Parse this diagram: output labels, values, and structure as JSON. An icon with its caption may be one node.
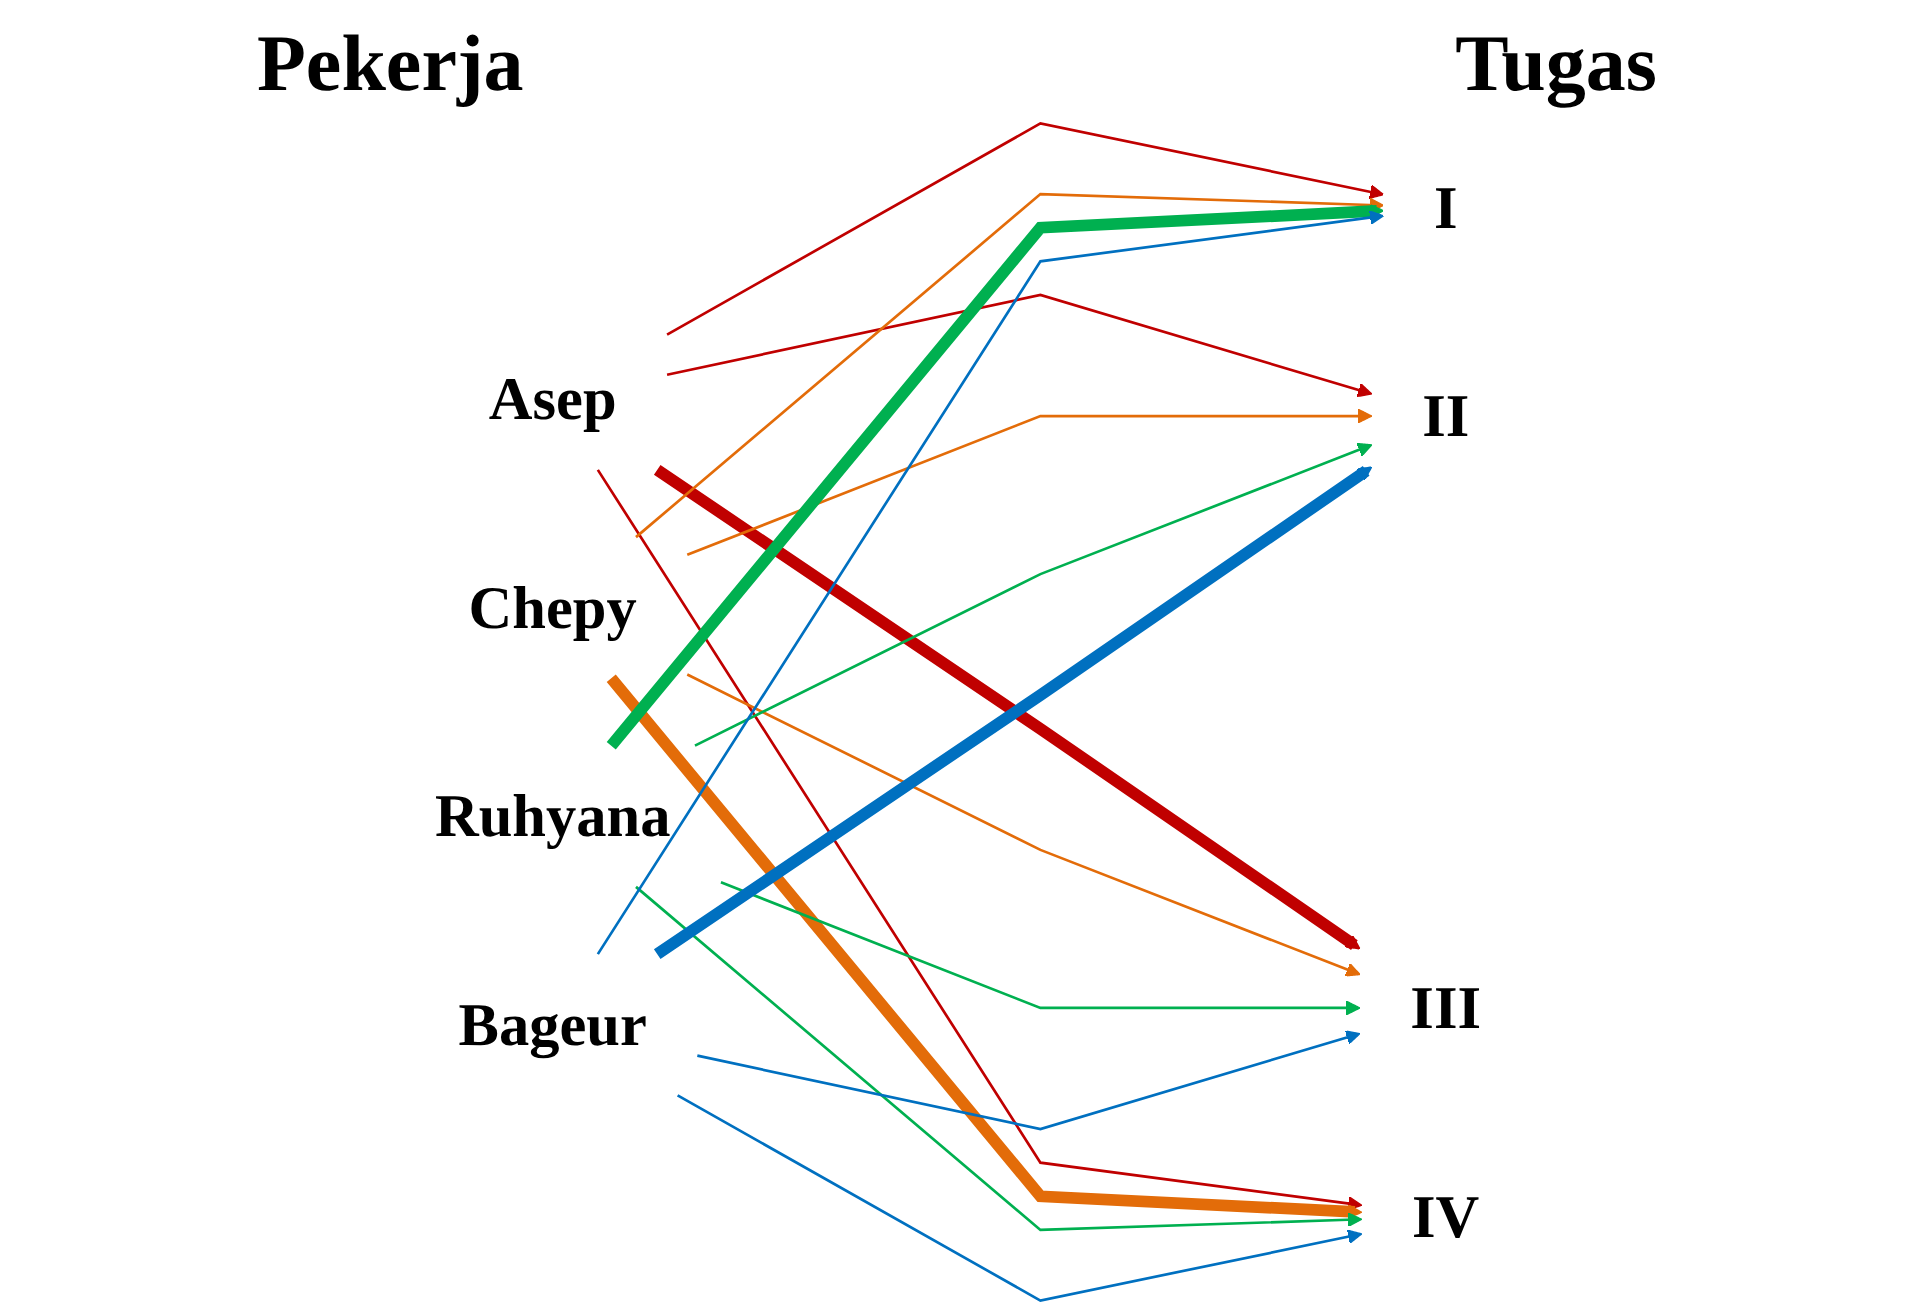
{
  "diagram": {
    "nodes": [
      {
        "text": [
          "Asep"
        ]
      },
      {
        "text": [
          "Chepy"
        ]
      },
      {
        "text": [
          "Ruhyana"
        ]
      },
      {
        "text": [
          "Bageur"
        ]
      },
      {
        "text": [
          "I"
        ]
      },
      {
        "text": [
          "II"
        ]
      },
      {
        "text": [
          "III"
        ]
      },
      {
        "text": [
          "IV"
        ]
      }
    ],
    "edges": [
      {
        "from": 0,
        "to": 4,
        "arrow": "to",
        "color": "#c00000"
      },
      {
        "from": 0,
        "to": 5,
        "arrow": "to",
        "color": "#c00000"
      },
      {
        "from": 0,
        "to": 6,
        "arrow": "to",
        "style": "thick",
        "color": "#c00000"
      },
      {
        "from": 0,
        "to": 7,
        "arrow": "to",
        "color": "#c00000"
      },
      {
        "from": 1,
        "to": 4,
        "arrow": "to",
        "color": "#e36c09"
      },
      {
        "from": 1,
        "to": 5,
        "arrow": "to",
        "color": "#e36c09"
      },
      {
        "from": 1,
        "to": 6,
        "arrow": "to",
        "color": "#e36c09"
      },
      {
        "from": 1,
        "to": 7,
        "arrow": "to",
        "style": "thick",
        "color": "#e36c09"
      },
      {
        "from": 2,
        "to": 4,
        "arrow": "to",
        "style": "thick",
        "color": "#00b050"
      },
      {
        "from": 2,
        "to": 5,
        "arrow": "to",
        "color": "#00b050"
      },
      {
        "from": 2,
        "to": 6,
        "arrow": "to",
        "color": "#00b050"
      },
      {
        "from": 2,
        "to": 7,
        "arrow": "to",
        "color": "#00b050"
      },
      {
        "from": 3,
        "to": 4,
        "arrow": "to",
        "color": "#0070c0"
      },
      {
        "from": 3,
        "to": 5,
        "arrow": "to",
        "style": "thick",
        "color": "#0070c0"
      },
      {
        "from": 3,
        "to": 6,
        "arrow": "to",
        "color": "#0070c0"
      },
      {
        "from": 3,
        "to": 7,
        "arrow": "to",
        "color": "#0070c0"
      }
    ],
    "labels": [
      "Pekerja",
      "Tugas"
    ]
  }
}
